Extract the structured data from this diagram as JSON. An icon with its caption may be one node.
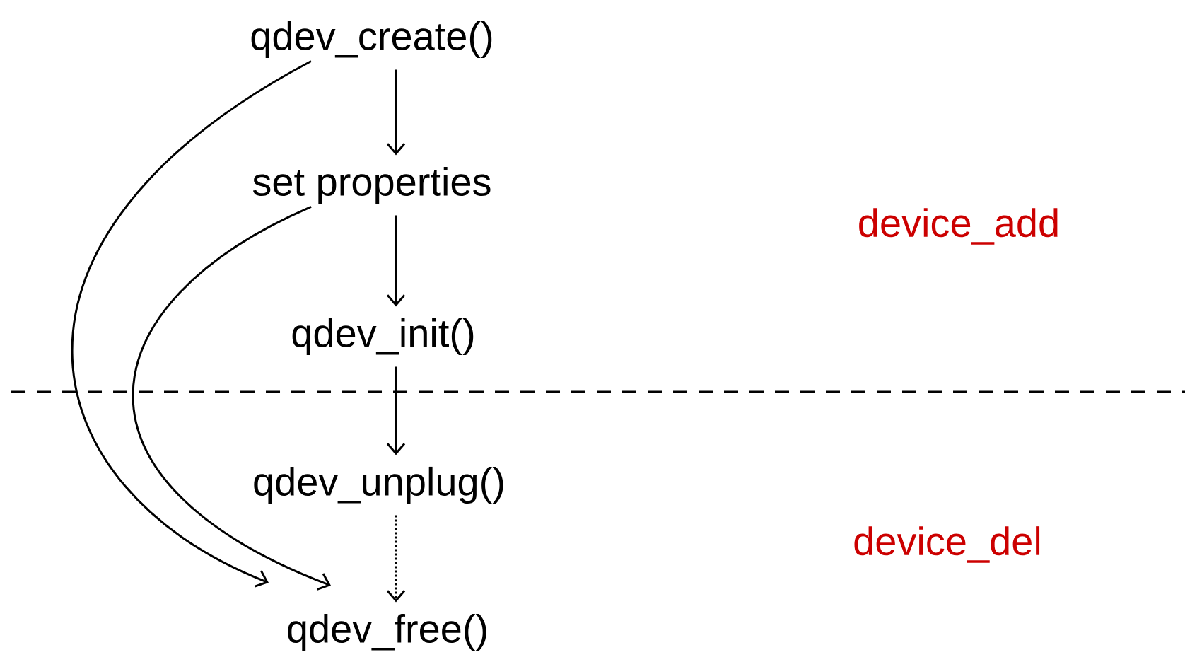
{
  "diagram": {
    "nodes": [
      {
        "text": [
          "qdev_create()"
        ]
      },
      {
        "text": [
          "set properties"
        ]
      },
      {
        "text": [
          "qdev_init()"
        ]
      },
      {
        "text": [
          "qdev_unplug()"
        ]
      },
      {
        "text": [
          "qdev_free()"
        ]
      }
    ],
    "edges": [
      {
        "from": 0,
        "to": 1,
        "arrow": "to"
      },
      {
        "from": 1,
        "to": 2,
        "arrow": "to"
      },
      {
        "from": 2,
        "to": 3,
        "arrow": "to"
      },
      {
        "from": 3,
        "to": 4,
        "arrow": "to",
        "style": "dashed"
      },
      {
        "from": 0,
        "to": 4,
        "arrow": "to"
      },
      {
        "from": 1,
        "to": 4,
        "arrow": "to"
      }
    ],
    "labels": [
      "device_add",
      "device_del"
    ]
  }
}
